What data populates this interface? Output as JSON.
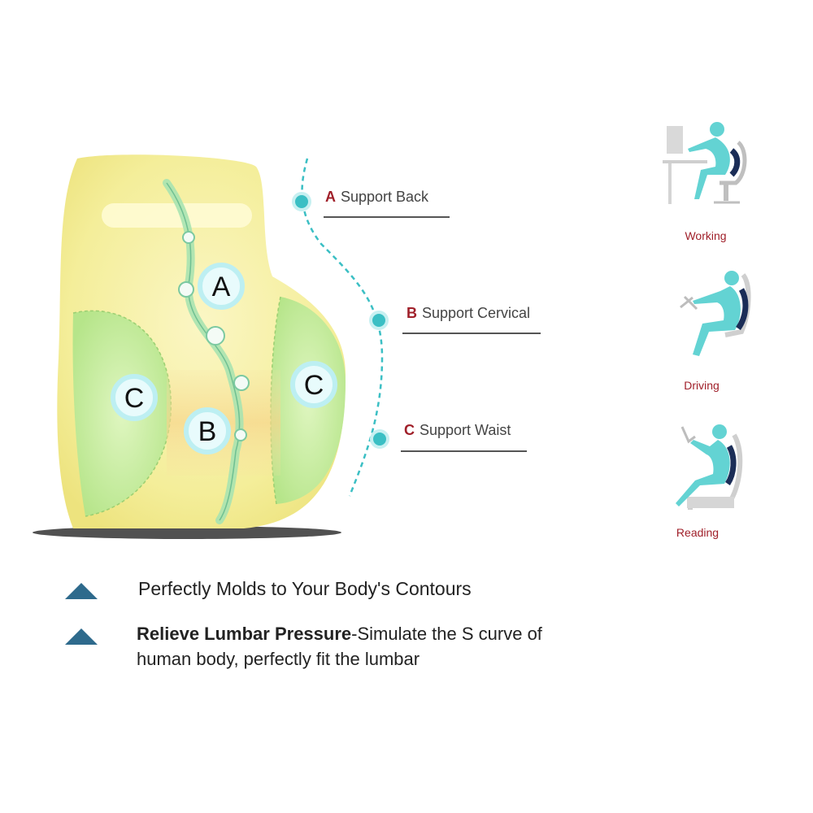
{
  "pillow": {
    "labels": {
      "a": "A",
      "b": "B",
      "c_left": "C",
      "c_right": "C"
    }
  },
  "callouts": [
    {
      "letter": "A",
      "text": "Support Back"
    },
    {
      "letter": "B",
      "text": "Support Cervical"
    },
    {
      "letter": "C",
      "text": "Support Waist"
    }
  ],
  "usage": [
    {
      "label": "Working",
      "icon": "person-at-desk-icon"
    },
    {
      "label": "Driving",
      "icon": "person-driving-icon"
    },
    {
      "label": "Reading",
      "icon": "person-reading-icon"
    }
  ],
  "features": {
    "line1": "Perfectly Molds to Your Body's Contours",
    "line2_bold": "Relieve Lumbar Pressure",
    "line2_rest": "-Simulate the S curve of",
    "line2_cont": "human body, perfectly fit the lumbar"
  },
  "colors": {
    "pillow_yellow": "#f4ee9a",
    "pillow_green": "#c8ec9a",
    "accent_teal": "#3bbfc4",
    "label_red": "#a0202a",
    "bullet_blue": "#2e6a8c",
    "figure_teal": "#63d3d3"
  }
}
